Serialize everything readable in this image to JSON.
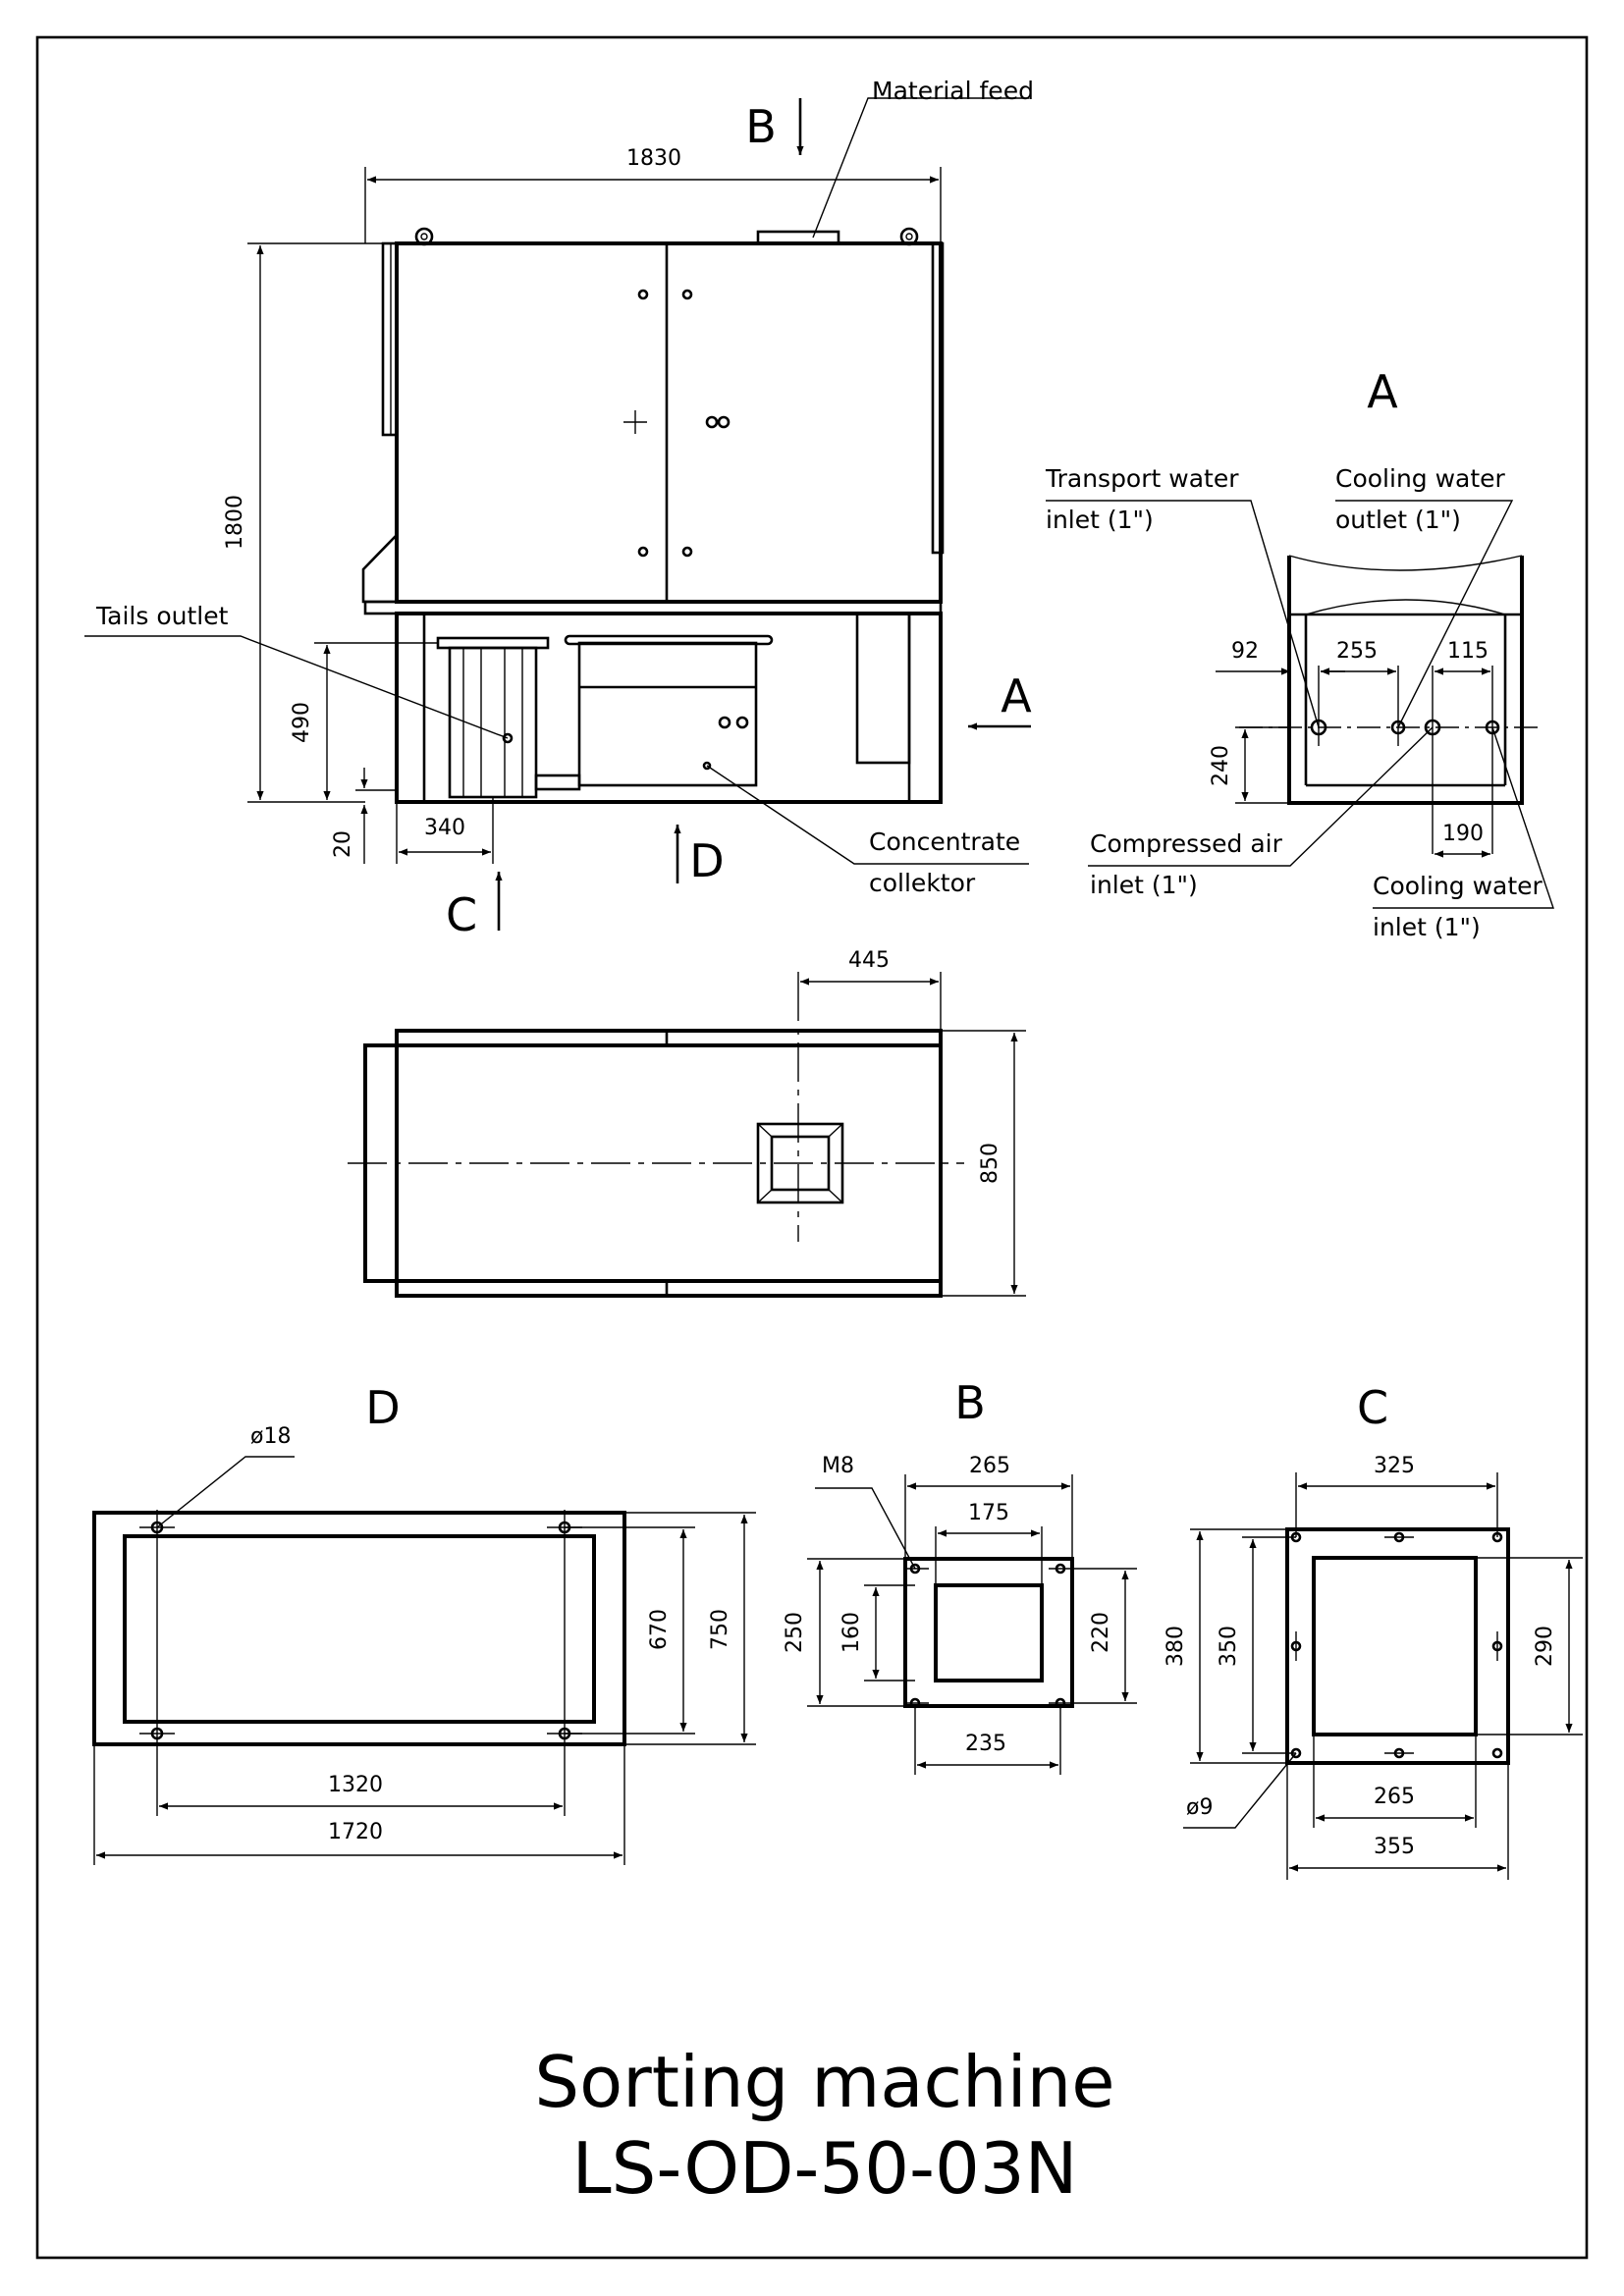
{
  "title": {
    "line1": "Sorting machine",
    "line2": "LS-OD-50-03N"
  },
  "front_view": {
    "dim_width": "1830",
    "dim_height": "1800",
    "dim_490": "490",
    "dim_20": "20",
    "dim_340": "340",
    "label_material_feed": "Material feed",
    "label_tails_outlet": "Tails outlet",
    "label_concentrate_1": "Concentrate",
    "label_concentrate_2": "collektor",
    "arrow_b": "B",
    "arrow_a": "A",
    "arrow_c": "C",
    "arrow_d": "D"
  },
  "view_a": {
    "title": "A",
    "label_transport_1": "Transport water",
    "label_transport_2": "inlet (1\")",
    "label_cooling_out_1": "Cooling water",
    "label_cooling_out_2": "outlet (1\")",
    "label_compressed_1": "Compressed air",
    "label_compressed_2": "inlet (1\")",
    "label_cooling_in_1": "Cooling water",
    "label_cooling_in_2": "inlet (1\")",
    "dim_92": "92",
    "dim_255": "255",
    "dim_115": "115",
    "dim_240": "240",
    "dim_190": "190"
  },
  "top_view": {
    "dim_445": "445",
    "dim_850": "850"
  },
  "view_d": {
    "title": "D",
    "dim_hole": "ø18",
    "dim_670": "670",
    "dim_750": "750",
    "dim_1320": "1320",
    "dim_1720": "1720"
  },
  "view_b": {
    "title": "B",
    "dim_thread": "M8",
    "dim_265": "265",
    "dim_175": "175",
    "dim_250": "250",
    "dim_160": "160",
    "dim_220": "220",
    "dim_235": "235"
  },
  "view_c": {
    "title": "C",
    "dim_325": "325",
    "dim_380": "380",
    "dim_350": "350",
    "dim_290": "290",
    "dim_hole": "ø9",
    "dim_265": "265",
    "dim_355": "355"
  }
}
